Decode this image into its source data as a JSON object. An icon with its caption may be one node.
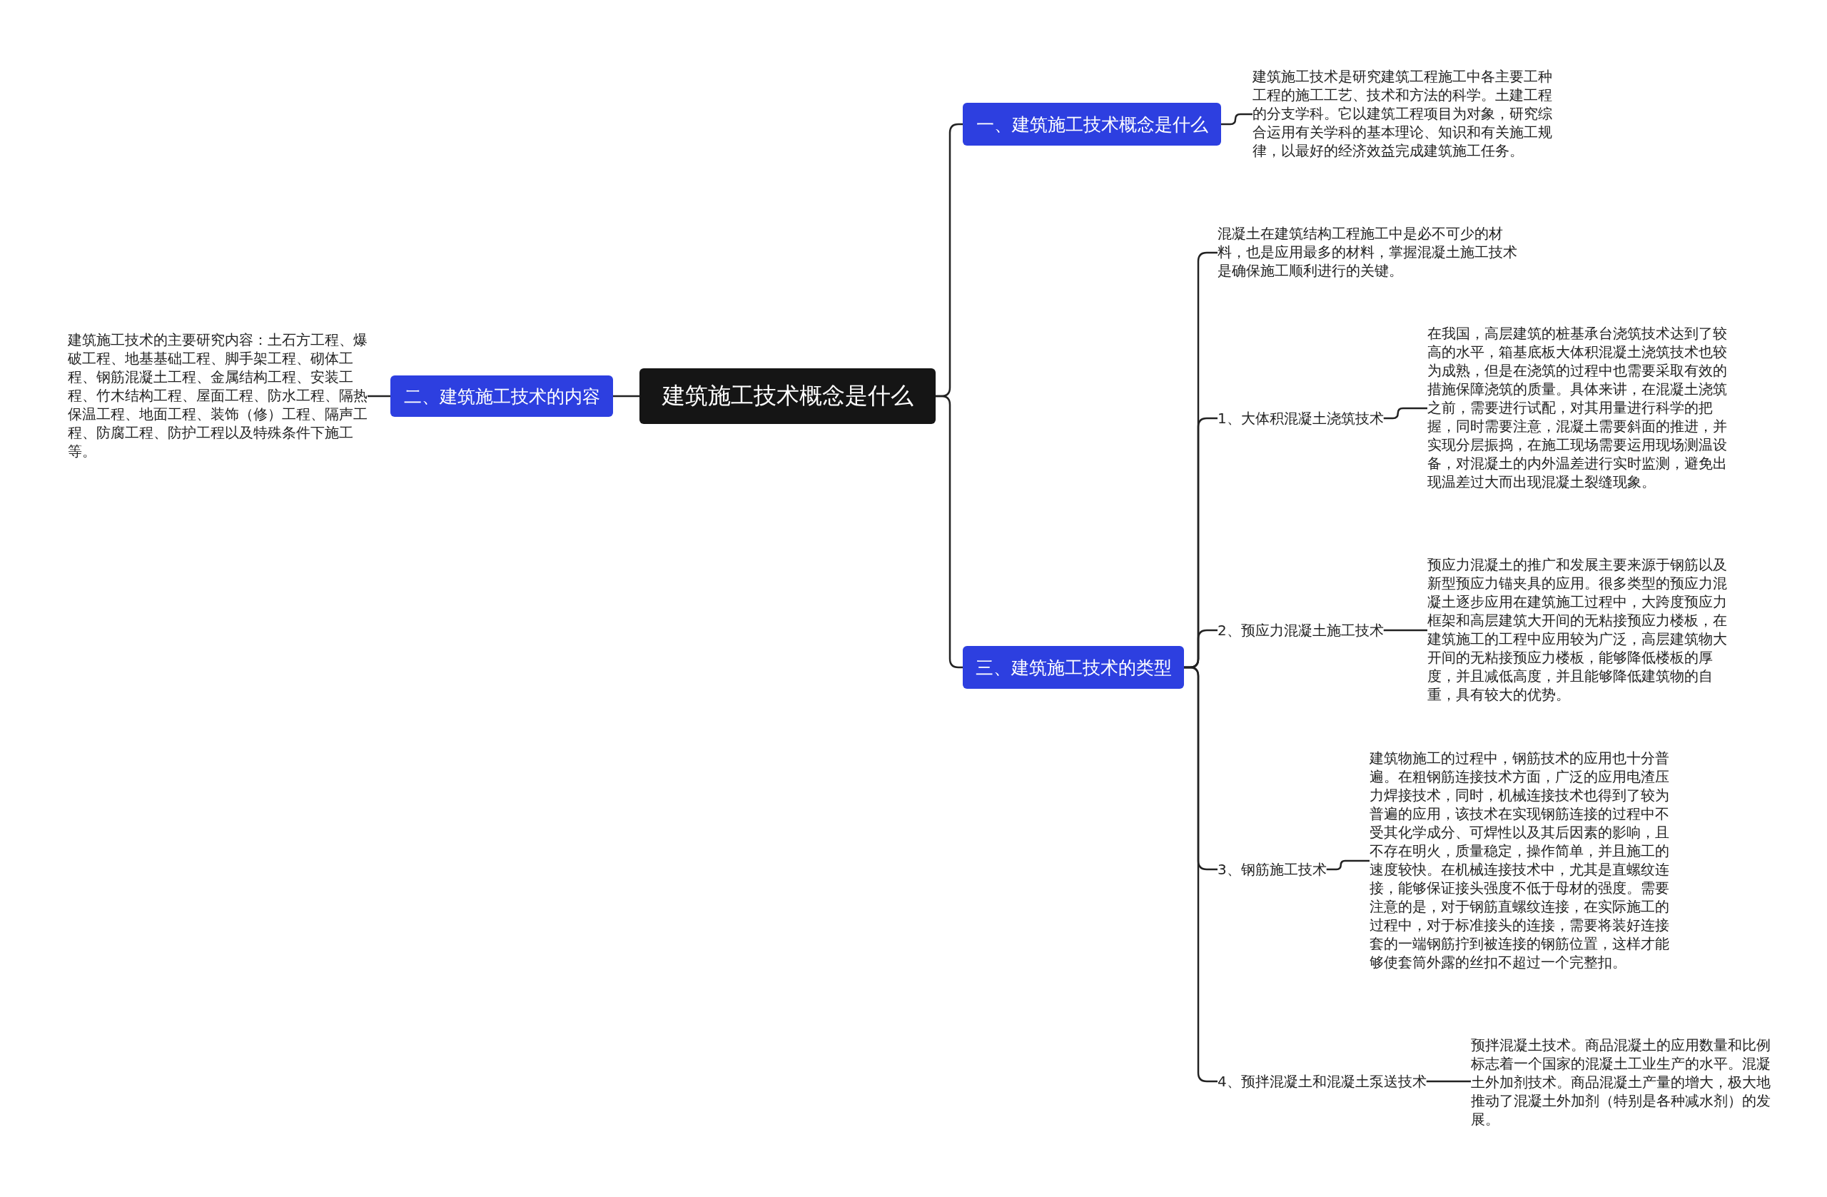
{
  "diagram": {
    "nodes": [
      {
        "text": [
          "建筑施工技术概念是什么"
        ]
      },
      {
        "text": [
          "一、建筑施工技术概念是什么"
        ]
      },
      {
        "text": [
          "建筑施工技术是研究建筑工程施工中各主要工种工程的施工工艺、技术和方法的科学。土建工程的分支学科。它以建筑工程项目为对象，研究综合运用有关学科的基本理论、知识和有关施工规律，以最好的经济效益完成建筑施工任务。"
        ]
      },
      {
        "text": [
          "二、建筑施工技术的内容"
        ]
      },
      {
        "text": [
          "建筑施工技术的主要研究内容：土石方工程、爆破工程、地基基础工程、脚手架工程、砌体工程、钢筋混凝土工程、金属结构工程、安装工程、竹木结构工程、屋面工程、防水工程、隔热保温工程、地面工程、装饰（修）工程、隔声工程、防腐工程、防护工程以及特殊条件下施工等。"
        ]
      },
      {
        "text": [
          "三、建筑施工技术的类型"
        ]
      },
      {
        "text": [
          "混凝土在建筑结构工程施工中是必不可少的材料，也是应用最多的材料，掌握混凝土施工技术是确保施工顺利进行的关键。"
        ]
      },
      {
        "text": [
          "1、大体积混凝土浇筑技术"
        ]
      },
      {
        "text": [
          "在我国，高层建筑的桩基承台浇筑技术达到了较高的水平，箱基底板大体积混凝土浇筑技术也较为成熟，但是在浇筑的过程中也需要采取有效的措施保障浇筑的质量。具体来讲，在混凝土浇筑之前，需要进行试配，对其用量进行科学的把握，同时需要注意，混凝土需要斜面的推进，并实现分层振捣，在施工现场需要运用现场测温设备，对混凝土的内外温差进行实时监测，避免出现温差过大而出现混凝土裂缝现象。"
        ]
      },
      {
        "text": [
          "2、预应力混凝土施工技术"
        ]
      },
      {
        "text": [
          "预应力混凝土的推广和发展主要来源于钢筋以及新型预应力锚夹具的应用。很多类型的预应力混凝土逐步应用在建筑施工过程中，大跨度预应力框架和高层建筑大开间的无粘接预应力楼板，在建筑施工的工程中应用较为广泛，高层建筑物大开间的无粘接预应力楼板，能够降低楼板的厚度，并且减低高度，并且能够降低建筑物的自重，具有较大的优势。"
        ]
      },
      {
        "text": [
          "3、钢筋施工技术"
        ]
      },
      {
        "text": [
          "建筑物施工的过程中，钢筋技术的应用也十分普遍。在粗钢筋连接技术方面，广泛的应用电渣压力焊接技术，同时，机械连接技术也得到了较为普遍的应用，该技术在实现钢筋连接的过程中不受其化学成分、可焊性以及其后因素的影响，且不存在明火，质量稳定，操作简单，并且施工的速度较快。在机械连接技术中，尤其是直螺纹连接，能够保证接头强度不低于母材的强度。需要注意的是，对于钢筋直螺纹连接，在实际施工的过程中，对于标准接头的连接，需要将装好连接套的一端钢筋拧到被连接的钢筋位置，这样才能够使套筒外露的丝扣不超过一个完整扣。"
        ]
      },
      {
        "text": [
          "4、预拌混凝土和混凝土泵送技术"
        ]
      },
      {
        "text": [
          "预拌混凝土技术。商品混凝土的应用数量和比例标志着一个国家的混凝土工业生产的水平。混凝土外加剂技术。商品混凝土产量的增大，极大地推动了混凝土外加剂（特别是各种减水剂）的发展。"
        ]
      }
    ],
    "edges": [
      {
        "from": 0,
        "to": 1,
        "arrow": "none"
      },
      {
        "from": 1,
        "to": 2,
        "arrow": "none"
      },
      {
        "from": 0,
        "to": 3,
        "arrow": "none"
      },
      {
        "from": 3,
        "to": 4,
        "arrow": "none"
      },
      {
        "from": 0,
        "to": 5,
        "arrow": "none"
      },
      {
        "from": 5,
        "to": 6,
        "arrow": "none"
      },
      {
        "from": 5,
        "to": 7,
        "arrow": "none"
      },
      {
        "from": 7,
        "to": 8,
        "arrow": "none"
      },
      {
        "from": 5,
        "to": 9,
        "arrow": "none"
      },
      {
        "from": 9,
        "to": 10,
        "arrow": "none"
      },
      {
        "from": 5,
        "to": 11,
        "arrow": "none"
      },
      {
        "from": 11,
        "to": 12,
        "arrow": "none"
      },
      {
        "from": 5,
        "to": 13,
        "arrow": "none"
      },
      {
        "from": 13,
        "to": 14,
        "arrow": "none"
      }
    ]
  }
}
